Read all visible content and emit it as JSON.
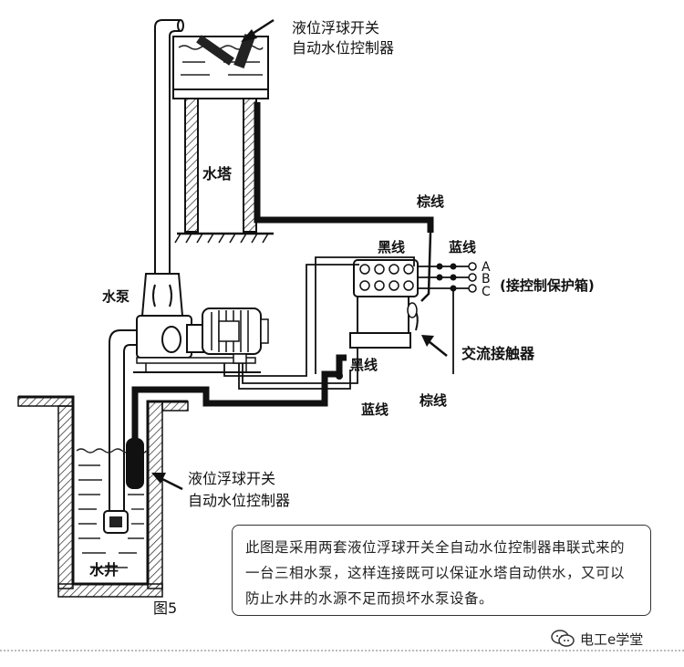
{
  "labels": {
    "top_switch_line1": "液位浮球开关",
    "top_switch_line2": "自动水位控制器",
    "water_tower": "水塔",
    "brown_wire_top": "棕线",
    "black_wire_top": "黑线",
    "blue_wire_top": "蓝线",
    "phase_a": "A",
    "phase_b": "B",
    "phase_c": "C",
    "control_box": "(接控制保护箱)",
    "pump": "水泵",
    "contactor": "交流接触器",
    "black_wire_bottom": "黑线",
    "blue_wire_bottom": "蓝线",
    "brown_wire_bottom": "棕线",
    "well_switch_line1": "液位浮球开关",
    "well_switch_line2": "自动水位控制器",
    "well": "水井",
    "figure": "图5"
  },
  "note": "此图是采用两套液位浮球开关全自动水位控制器串联式来的一台三相水泵，这样连接既可以保证水塔自动供水，又可以防止水井的水源不足而损坏水泵设备。",
  "watermark": "电工e学堂"
}
